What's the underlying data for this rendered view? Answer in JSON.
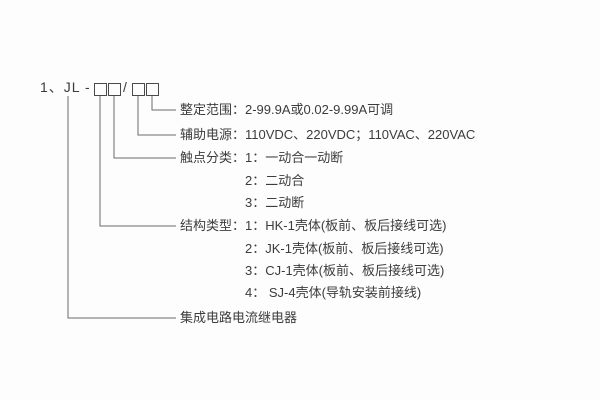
{
  "model_code": {
    "prefix": "1、JL",
    "dash": "-",
    "slash": "/"
  },
  "annotations": {
    "setting_range": "整定范围：2-99.9A或0.02-9.99A可调",
    "aux_power": "辅助电源：110VDC、220VDC；110VAC、220VAC",
    "contact_class": {
      "line1": "触点分类：1：一动合一动断",
      "items": [
        "2：二动合",
        "3：二动断"
      ]
    },
    "structure_type": {
      "line1": "结构类型：1：HK-1壳体(板前、板后接线可选)",
      "items": [
        "2：JK-1壳体(板前、板后接线可选)",
        "3：CJ-1壳体(板前、板后接线可选)",
        "4： SJ-4壳体(导轨安装前接线)"
      ]
    },
    "product_name": "集成电路电流继电器"
  }
}
